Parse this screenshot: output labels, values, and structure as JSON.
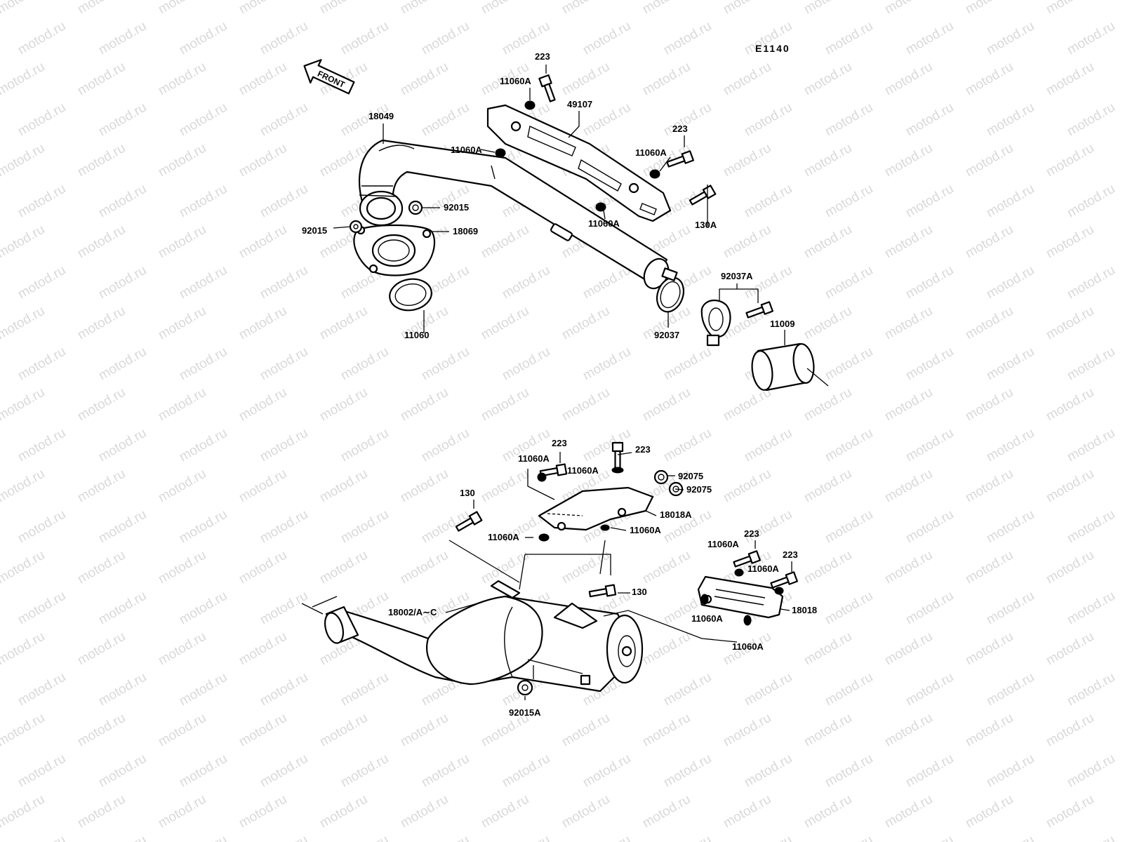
{
  "diagram": {
    "code": "E1140",
    "front_label": "FRONT",
    "watermark": "motod.ru",
    "labels": [
      {
        "id": "223-a",
        "text": "223"
      },
      {
        "id": "11060A-a",
        "text": "11060A"
      },
      {
        "id": "49107",
        "text": "49107"
      },
      {
        "id": "18049",
        "text": "18049"
      },
      {
        "id": "11060A-b",
        "text": "11060A"
      },
      {
        "id": "223-b",
        "text": "223"
      },
      {
        "id": "11060A-c",
        "text": "11060A"
      },
      {
        "id": "92015-a",
        "text": "92015"
      },
      {
        "id": "92015-b",
        "text": "92015"
      },
      {
        "id": "18069",
        "text": "18069"
      },
      {
        "id": "11060A-d",
        "text": "11060A"
      },
      {
        "id": "130A",
        "text": "130A"
      },
      {
        "id": "92037A",
        "text": "92037A"
      },
      {
        "id": "11060",
        "text": "11060"
      },
      {
        "id": "92037",
        "text": "92037"
      },
      {
        "id": "11009",
        "text": "11009"
      },
      {
        "id": "223-c",
        "text": "223"
      },
      {
        "id": "11060A-e",
        "text": "11060A"
      },
      {
        "id": "223-d",
        "text": "223"
      },
      {
        "id": "11060A-f",
        "text": "11060A"
      },
      {
        "id": "92075-a",
        "text": "92075"
      },
      {
        "id": "92075-b",
        "text": "92075"
      },
      {
        "id": "130-a",
        "text": "130"
      },
      {
        "id": "18018A",
        "text": "18018A"
      },
      {
        "id": "11060A-g",
        "text": "11060A"
      },
      {
        "id": "11060A-h",
        "text": "11060A"
      },
      {
        "id": "223-e",
        "text": "223"
      },
      {
        "id": "11060A-i",
        "text": "11060A"
      },
      {
        "id": "223-f",
        "text": "223"
      },
      {
        "id": "11060A-j",
        "text": "11060A"
      },
      {
        "id": "130-b",
        "text": "130"
      },
      {
        "id": "18002",
        "text": "18002/A∼C"
      },
      {
        "id": "18018",
        "text": "18018"
      },
      {
        "id": "11060A-k",
        "text": "11060A"
      },
      {
        "id": "11060A-l",
        "text": "11060A"
      },
      {
        "id": "92015A",
        "text": "92015A"
      }
    ]
  }
}
